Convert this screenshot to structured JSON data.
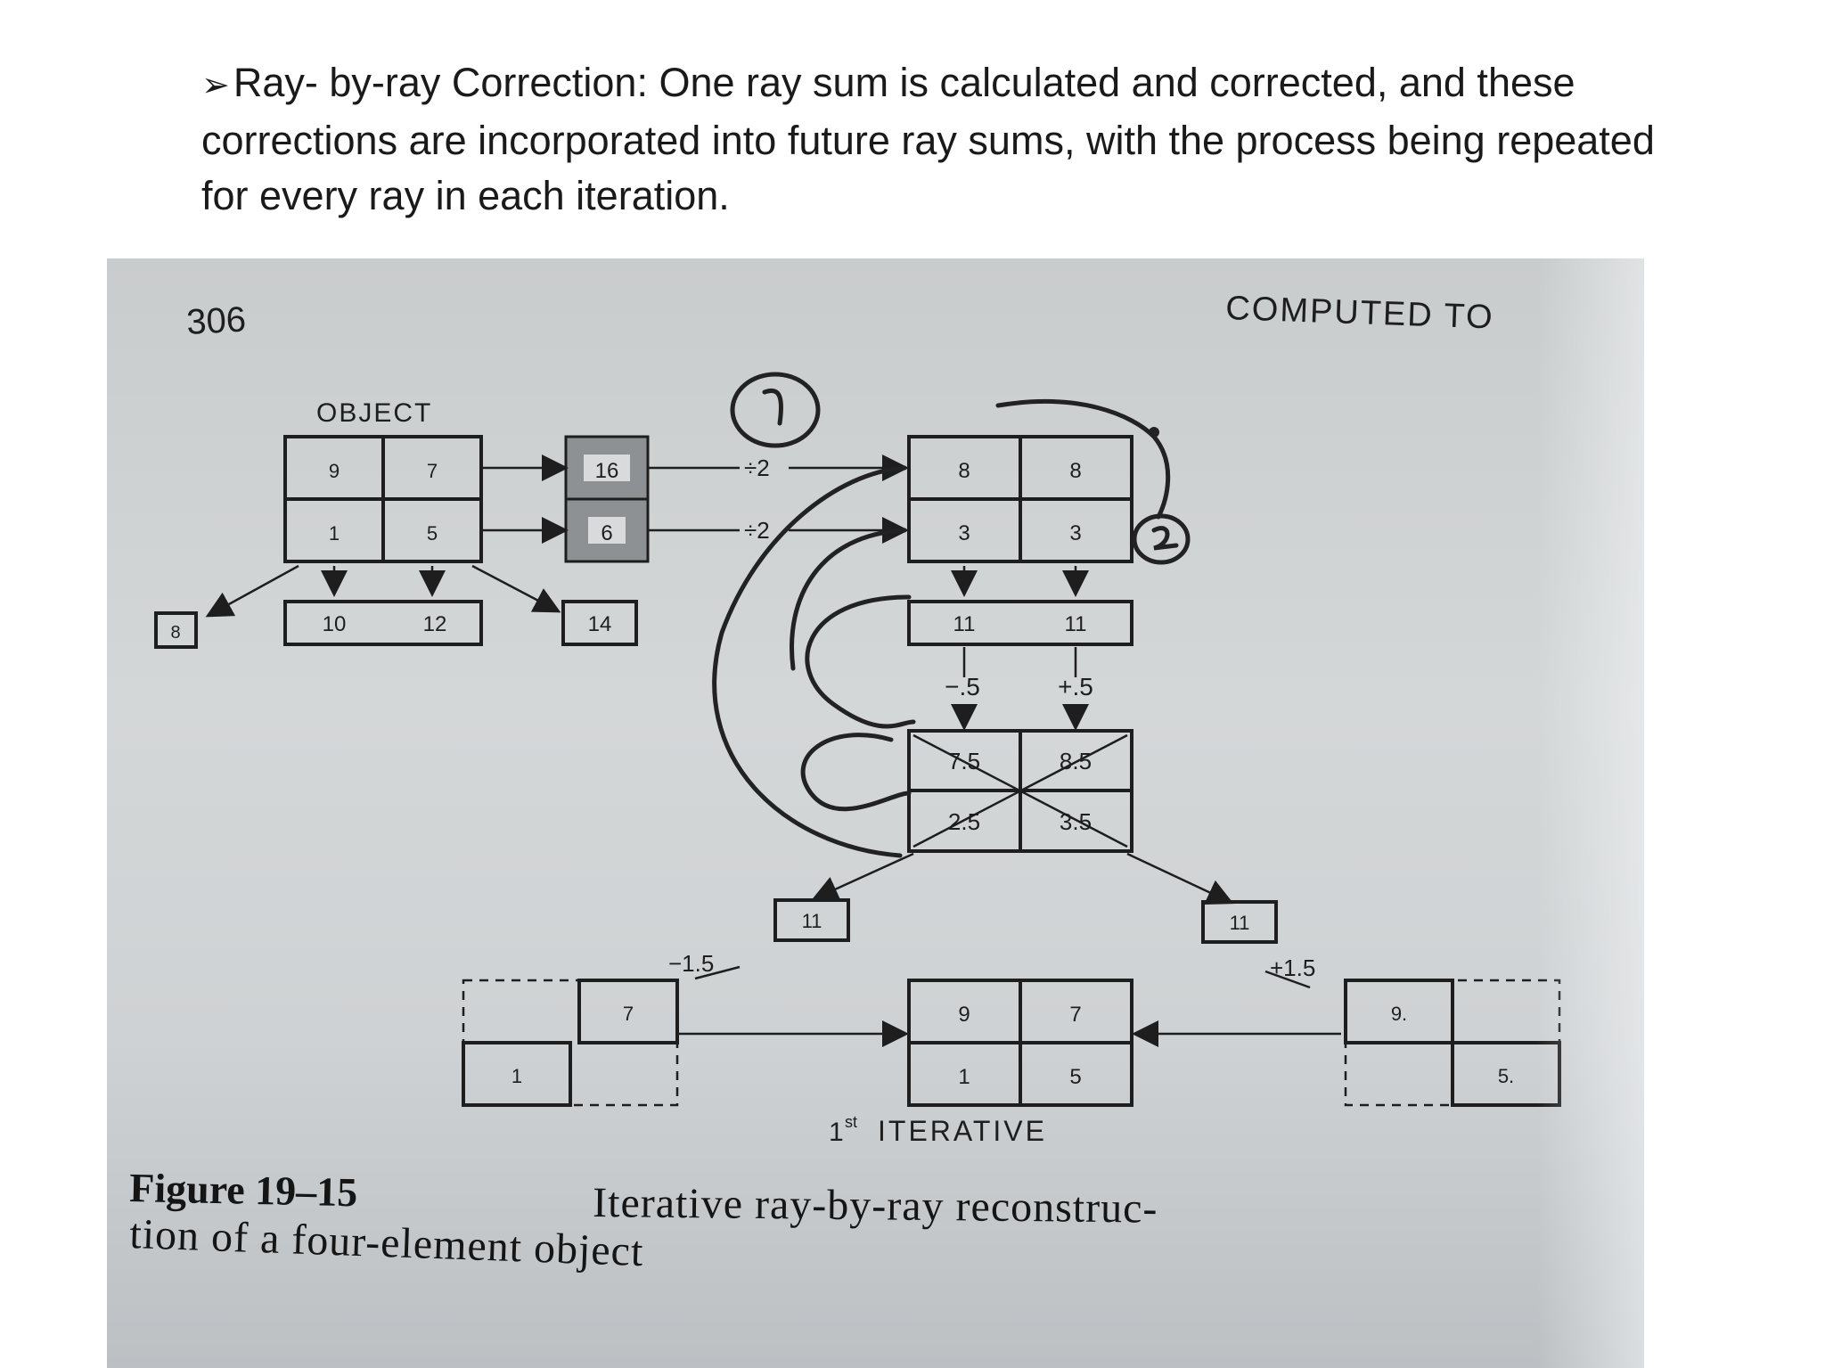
{
  "bullet_text": "Ray- by-ray Correction: One ray sum is calculated and corrected, and these corrections are incorporated into future ray sums, with the process being repeated for every ray in each iteration.",
  "book": {
    "page_number": "306",
    "running_head": "COMPUTED TO",
    "object_label": "OBJECT",
    "object_values": [
      "9",
      "7",
      "1",
      "5"
    ],
    "diag_left_sum": "8",
    "column_sums": [
      "10",
      "12"
    ],
    "diag_right_sum": "14",
    "row_sums": [
      "16",
      "6"
    ],
    "row_divisors": [
      "÷2",
      "÷2"
    ],
    "step1_values": [
      "8",
      "8",
      "3",
      "3"
    ],
    "step1_column_sums": [
      "11",
      "11"
    ],
    "column_corrections": [
      "−.5",
      "+.5"
    ],
    "step2_values": [
      "7.5",
      "8.5",
      "2.5",
      "3.5"
    ],
    "diag_sums_computed": [
      "11",
      "11"
    ],
    "diag_corrections": [
      "−1.5",
      "+1.5"
    ],
    "left_partial": [
      "7",
      "1"
    ],
    "final_values": [
      "9",
      "7",
      "1",
      "5"
    ],
    "right_partial": [
      "9.",
      "5."
    ],
    "iteration_label_num": "1",
    "iteration_label_sup": "st",
    "iteration_label": "ITERATIVE",
    "figure_label": "Figure 19–15",
    "caption_line1": "Iterative ray-by-ray reconstruc-",
    "caption_line2": "tion of a four-element object",
    "handwritten_marks": [
      "1",
      "2"
    ]
  }
}
